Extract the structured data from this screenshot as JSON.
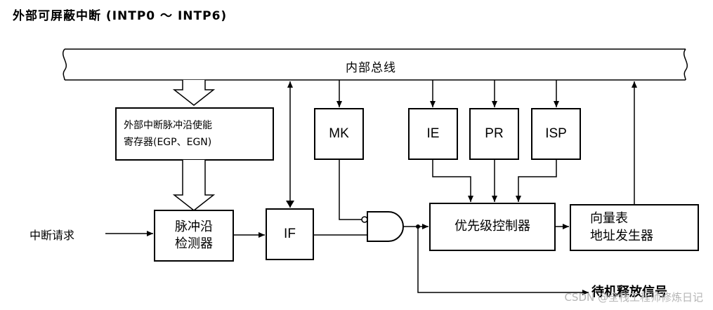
{
  "title": "外部可屏蔽中断 (INTP0 ～ INTP6)",
  "bus": {
    "label": "内部总线"
  },
  "blocks": {
    "egp_register": {
      "line1": "外部中断脉冲沿使能",
      "line2": "寄存器(EGP、EGN)"
    },
    "edge_detector": {
      "line1": "脉冲沿",
      "line2": "检测器"
    },
    "if_flag": {
      "label": "IF"
    },
    "mk_flag": {
      "label": "MK"
    },
    "ie_flag": {
      "label": "IE"
    },
    "pr_flag": {
      "label": "PR"
    },
    "isp_flag": {
      "label": "ISP"
    },
    "priority_controller": {
      "label": "优先级控制器"
    },
    "vector_generator": {
      "line1": "向量表",
      "line2": "地址发生器"
    }
  },
  "signals": {
    "interrupt_request": "中断请求",
    "standby_release": "待机释放信号"
  },
  "watermark": "CSDN @全栈工程师修炼日记",
  "colors": {
    "line": "#000000",
    "background": "#ffffff",
    "watermark": "#b5b5b5"
  }
}
